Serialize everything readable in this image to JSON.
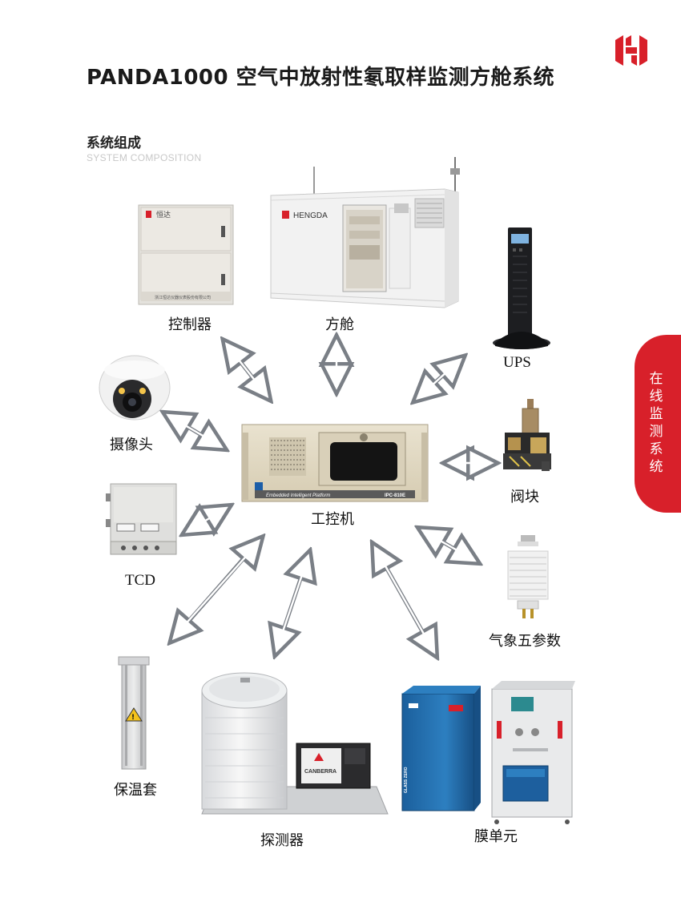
{
  "title": "PANDA1000 空气中放射性氡取样监测方舱系统",
  "section": {
    "title": "系统组成",
    "subtitle": "SYSTEM COMPOSITION"
  },
  "side_tab": "在线监测系统",
  "brand": {
    "primary": "#d8202a",
    "accent": "#1c5ea8",
    "arrow": "#7a7f86"
  },
  "components": {
    "controller": {
      "label": "控制器",
      "nameplate": "恒达",
      "maker": "浙江恒达仪器仪表股份有限公司"
    },
    "cabin": {
      "label": "方舱",
      "brand": "HENGDA"
    },
    "ups": {
      "label": "UPS"
    },
    "camera": {
      "label": "摄像头"
    },
    "ipc": {
      "label": "工控机",
      "panel_text": "Embedded Intelligent Platform",
      "model": "IPC-810E"
    },
    "valve": {
      "label": "阀块"
    },
    "tcd": {
      "label": "TCD"
    },
    "weather": {
      "label": "气象五参数"
    },
    "jacket": {
      "label": "保温套"
    },
    "detector": {
      "label": "探测器",
      "brand": "CANBERRA"
    },
    "membrane": {
      "label": "膜单元",
      "brand": "GLASS ZERO"
    }
  }
}
